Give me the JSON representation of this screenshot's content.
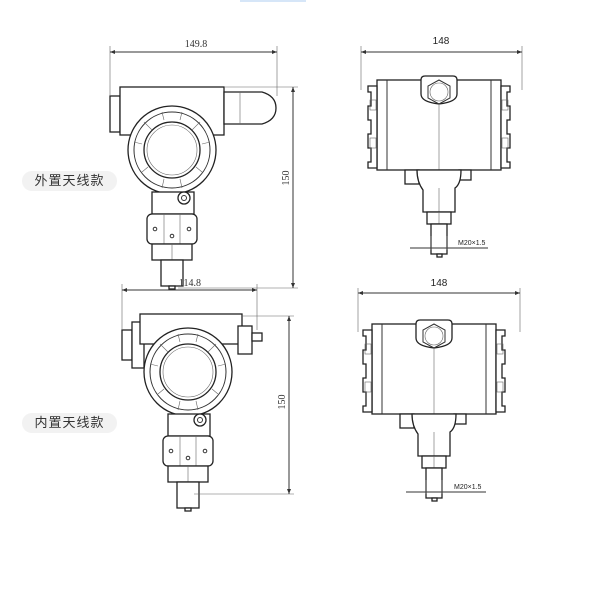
{
  "variants": [
    {
      "label": "外置天线款",
      "front_width": "149.8",
      "height": "150",
      "side_width": "148",
      "thread": "M20×1.5",
      "antenna": "external"
    },
    {
      "label": "内置天线款",
      "front_width": "114.8",
      "height": "150",
      "side_width": "148",
      "thread": "M20×1.5",
      "antenna": "internal"
    }
  ]
}
